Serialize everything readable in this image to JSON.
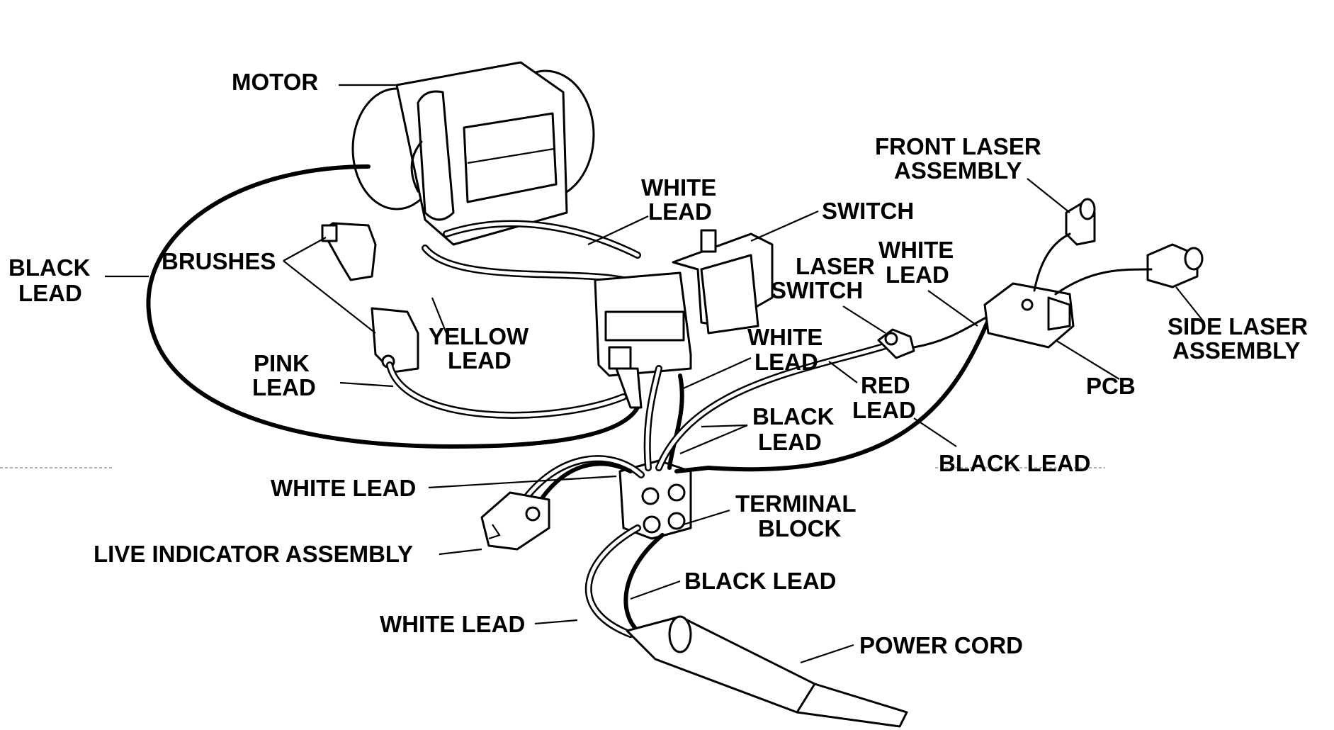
{
  "labels": {
    "motor": "MOTOR",
    "black_lead_left_1": "BLACK",
    "black_lead_left_2": "LEAD",
    "brushes": "BRUSHES",
    "white_lead_top_1": "WHITE",
    "white_lead_top_2": "LEAD",
    "switch": "SWITCH",
    "front_laser_1": "FRONT LASER",
    "front_laser_2": "ASSEMBLY",
    "laser_switch_1": "LASER",
    "laser_switch_2": "SWITCH",
    "white_lead_right_1": "WHITE",
    "white_lead_right_2": "LEAD",
    "yellow_lead_1": "YELLOW",
    "yellow_lead_2": "LEAD",
    "pink_lead_1": "PINK",
    "pink_lead_2": "LEAD",
    "white_lead_mid_1": "WHITE",
    "white_lead_mid_2": "LEAD",
    "side_laser_1": "SIDE LASER",
    "side_laser_2": "ASSEMBLY",
    "pcb": "PCB",
    "red_lead_1": "RED",
    "red_lead_2": "LEAD",
    "black_lead_mid_1": "BLACK",
    "black_lead_mid_2": "LEAD",
    "black_lead_right": "BLACK LEAD",
    "white_lead_left": "WHITE LEAD",
    "terminal_block_1": "TERMINAL",
    "terminal_block_2": "BLOCK",
    "live_indicator": "LIVE INDICATOR ASSEMBLY",
    "black_lead_bottom": "BLACK LEAD",
    "white_lead_bottom": "WHITE LEAD",
    "power_cord": "POWER CORD"
  }
}
